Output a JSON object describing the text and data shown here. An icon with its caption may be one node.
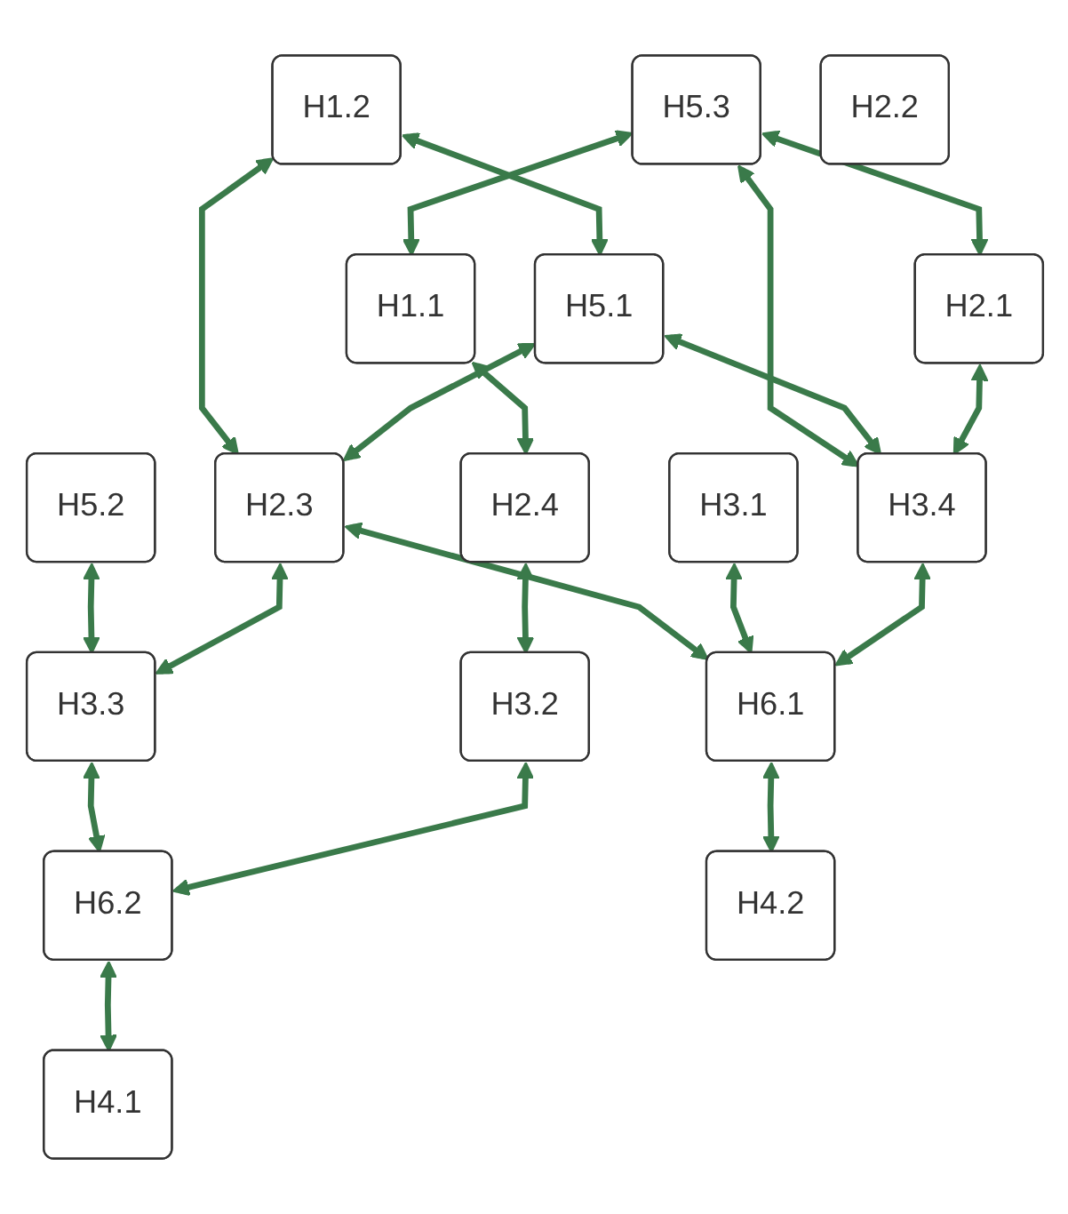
{
  "diagram": {
    "nodes": [
      {
        "text": [
          "H1.2"
        ]
      },
      {
        "text": [
          "H1.1"
        ]
      },
      {
        "text": [
          "H5.3"
        ]
      },
      {
        "text": [
          "H5.1"
        ]
      },
      {
        "text": [
          "H5.2"
        ]
      },
      {
        "text": [
          "H2.1"
        ]
      },
      {
        "text": [
          "H2.2"
        ]
      },
      {
        "text": [
          "H2.3"
        ]
      },
      {
        "text": [
          "H2.4"
        ]
      },
      {
        "text": [
          "H3.1"
        ]
      },
      {
        "text": [
          "H3.4"
        ]
      },
      {
        "text": [
          "H3.3"
        ]
      },
      {
        "text": [
          "H3.2"
        ]
      },
      {
        "text": [
          "H6.1"
        ]
      },
      {
        "text": [
          "H6.2"
        ]
      },
      {
        "text": [
          "H4.2"
        ]
      },
      {
        "text": [
          "H4.1"
        ]
      }
    ],
    "edges": [
      {
        "from": 2,
        "to": 1,
        "arrow": "both"
      },
      {
        "from": 0,
        "to": 3,
        "arrow": "both"
      },
      {
        "from": 0,
        "to": 7,
        "arrow": "both"
      },
      {
        "from": 1,
        "to": 8,
        "arrow": "both"
      },
      {
        "from": 2,
        "to": 5,
        "arrow": "both"
      },
      {
        "from": 2,
        "to": 10,
        "arrow": "both"
      },
      {
        "from": 3,
        "to": 10,
        "arrow": "both"
      },
      {
        "from": 3,
        "to": 7,
        "arrow": "both"
      },
      {
        "from": 4,
        "to": 11,
        "arrow": "both"
      },
      {
        "from": 5,
        "to": 10,
        "arrow": "both"
      },
      {
        "from": 7,
        "to": 13,
        "arrow": "both"
      },
      {
        "from": 7,
        "to": 11,
        "arrow": "both"
      },
      {
        "from": 8,
        "to": 12,
        "arrow": "both"
      },
      {
        "from": 9,
        "to": 13,
        "arrow": "both"
      },
      {
        "from": 10,
        "to": 13,
        "arrow": "both"
      },
      {
        "from": 11,
        "to": 14,
        "arrow": "both"
      },
      {
        "from": 12,
        "to": 14,
        "arrow": "both"
      },
      {
        "from": 13,
        "to": 15,
        "arrow": "both"
      },
      {
        "from": 14,
        "to": 16,
        "arrow": "both"
      }
    ]
  }
}
